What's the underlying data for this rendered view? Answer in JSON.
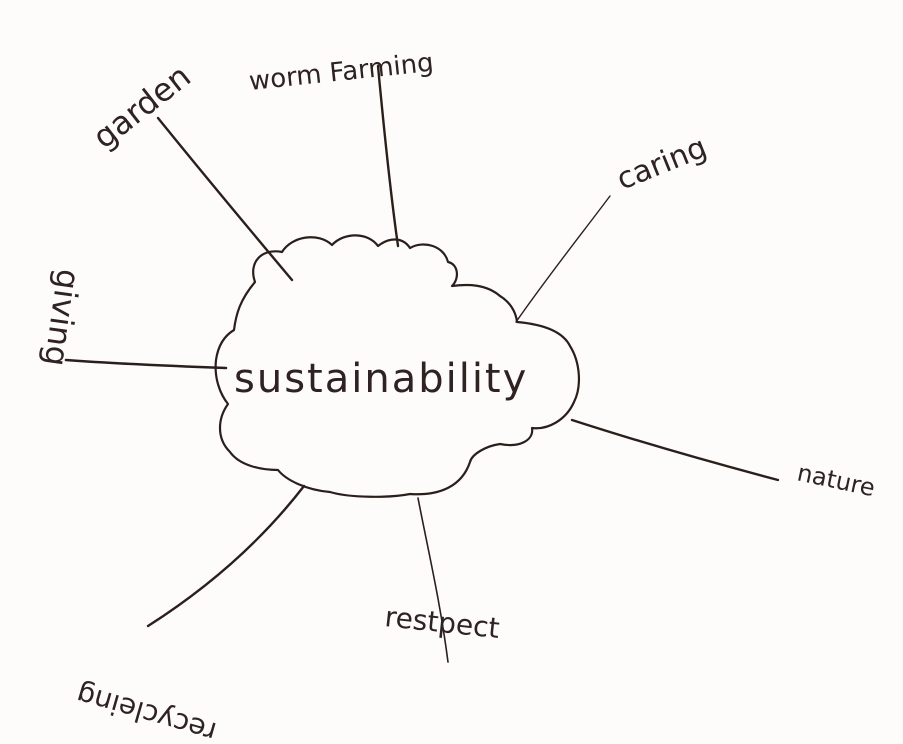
{
  "mindmap": {
    "center": "sustainability",
    "branches": [
      {
        "key": "garden",
        "label": "garden"
      },
      {
        "key": "worm",
        "label": "worm Farming"
      },
      {
        "key": "caring",
        "label": "caring"
      },
      {
        "key": "nature",
        "label": "nature"
      },
      {
        "key": "restpect",
        "label": "restpect"
      },
      {
        "key": "recycling",
        "label": "recycleing"
      },
      {
        "key": "giving",
        "label": "giving"
      }
    ]
  },
  "colors": {
    "ink": "#2b1f1c",
    "paper": "#fdfcfb"
  }
}
